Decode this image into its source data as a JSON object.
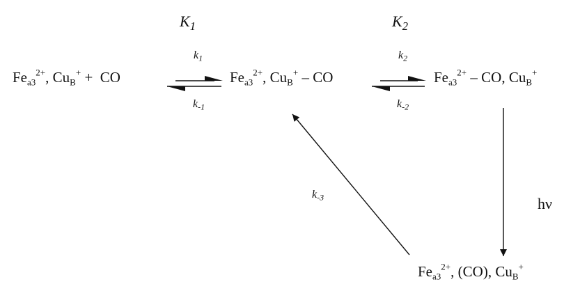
{
  "constants": {
    "K1": {
      "letter": "K",
      "sub": "1"
    },
    "K2": {
      "letter": "K",
      "sub": "2"
    }
  },
  "rates": {
    "k1": {
      "letter": "k",
      "sub": "1"
    },
    "km1": {
      "letter": "k",
      "sub": "-1"
    },
    "k2": {
      "letter": "k",
      "sub": "2"
    },
    "km2": {
      "letter": "k",
      "sub": "-2"
    },
    "km3": {
      "letter": "k",
      "sub": "-3"
    }
  },
  "photon_label": "hν",
  "species": {
    "reactants": {
      "fe": "Fe",
      "fe_sub": "a3",
      "fe_sup": "2+",
      "sep": ", ",
      "cu": "Cu",
      "cu_sub": "B",
      "cu_sup": "+",
      "plus": " +  ",
      "co": "CO"
    },
    "cu_co": {
      "fe": "Fe",
      "fe_sub": "a3",
      "fe_sup": "2+",
      "sep": ", ",
      "cu": "Cu",
      "cu_sub": "B",
      "cu_sup": "+",
      "bond": " – CO"
    },
    "fe_co": {
      "fe": "Fe",
      "fe_sub": "a3",
      "fe_sup": "2+",
      "bond": " – CO, ",
      "cu": "Cu",
      "cu_sub": "B",
      "cu_sup": "+"
    },
    "photo": {
      "fe": "Fe",
      "fe_sub": "a3",
      "fe_sup": "2+",
      "mid": ", (CO), ",
      "cu": "Cu",
      "cu_sub": "B",
      "cu_sup": "+"
    }
  }
}
